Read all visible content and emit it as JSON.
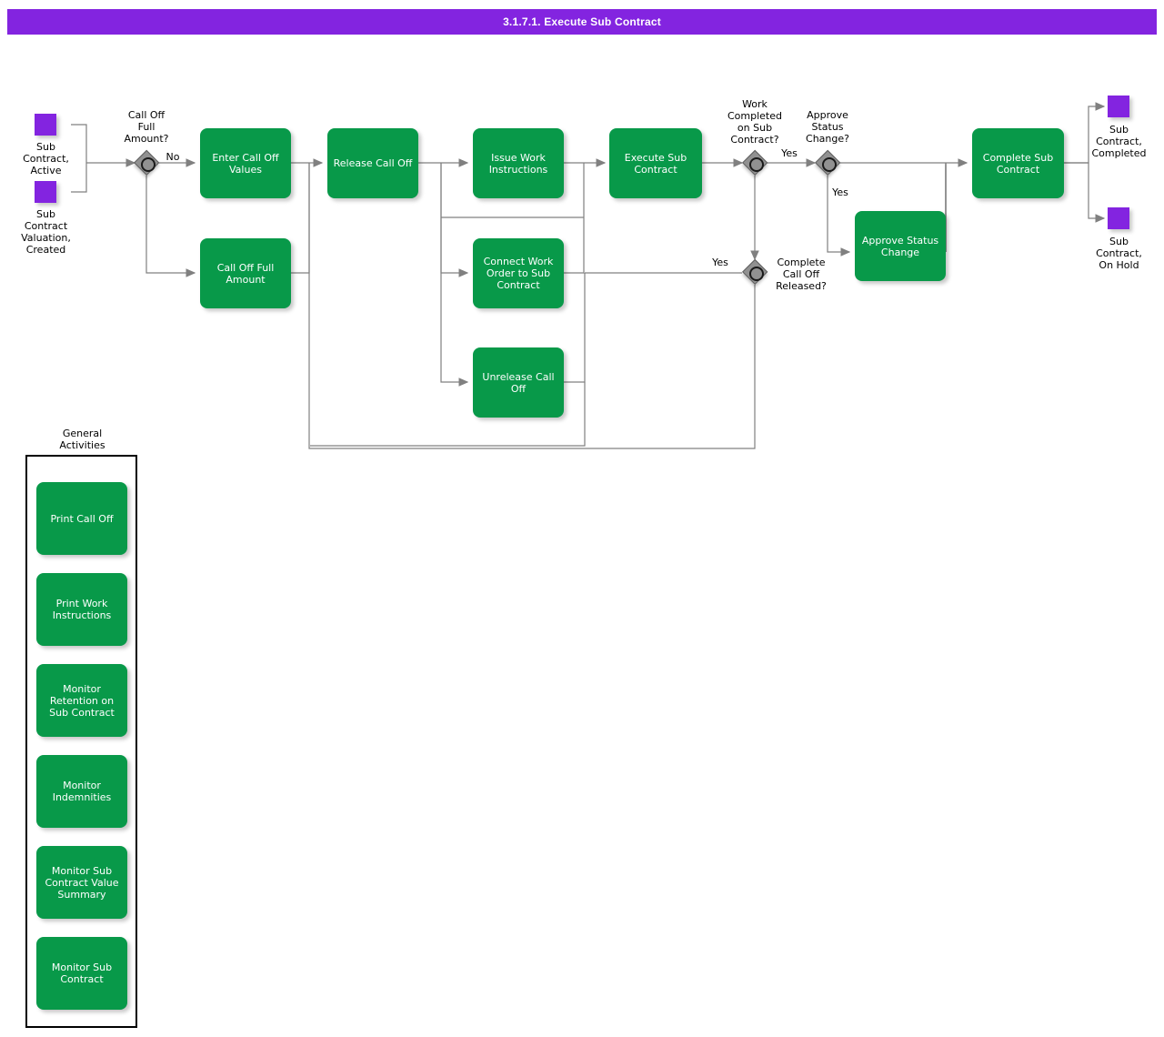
{
  "header": {
    "title": "3.1.7.1. Execute Sub Contract"
  },
  "colors": {
    "header_bg": "#8324E0",
    "task_green": "#089949",
    "event_purple": "#8324E0",
    "gateway_gray": "#919191",
    "connector": "#808080",
    "text_dark": "#000000",
    "text_light": "#FFFFFF"
  },
  "start_events": [
    {
      "label": "Sub\nContract,\nActive"
    },
    {
      "label": "Sub\nContract\nValuation,\nCreated"
    }
  ],
  "end_events": [
    {
      "label": "Sub\nContract,\nCompleted"
    },
    {
      "label": "Sub\nContract,\nOn Hold"
    }
  ],
  "gateways": [
    {
      "id": "gw-call-off-full-amount",
      "label": "Call Off\nFull\nAmount?"
    },
    {
      "id": "gw-work-completed",
      "label": "Work\nCompleted\non Sub\nContract?"
    },
    {
      "id": "gw-approve-status-change",
      "label": "Approve\nStatus\nChange?"
    },
    {
      "id": "gw-complete-call-off-released",
      "label": "Complete\nCall Off\nReleased?"
    }
  ],
  "flow_labels": [
    {
      "id": "label-no-enter-call-off",
      "text": "No"
    },
    {
      "id": "label-yes-approve-status",
      "text": "Yes"
    },
    {
      "id": "label-yes-approve-branch",
      "text": "Yes"
    },
    {
      "id": "label-yes-complete-call-off",
      "text": "Yes"
    }
  ],
  "tasks": [
    {
      "id": "task-enter-call-off-values",
      "label": "Enter Call Off\nValues"
    },
    {
      "id": "task-call-off-full-amount",
      "label": "Call Off Full\nAmount"
    },
    {
      "id": "task-release-call-off",
      "label": "Release Call Off"
    },
    {
      "id": "task-issue-work-instructions",
      "label": "Issue Work\nInstructions"
    },
    {
      "id": "task-connect-work-order",
      "label": "Connect Work\nOrder to Sub\nContract"
    },
    {
      "id": "task-unrelease-call-off",
      "label": "Unrelease Call\nOff"
    },
    {
      "id": "task-execute-sub-contract",
      "label": "Execute Sub\nContract"
    },
    {
      "id": "task-approve-status-change",
      "label": "Approve Status\nChange"
    },
    {
      "id": "task-complete-sub-contract",
      "label": "Complete Sub\nContract"
    }
  ],
  "general_activities": {
    "title": "General\nActivities",
    "items": [
      {
        "id": "ga-print-call-off",
        "label": "Print Call Off"
      },
      {
        "id": "ga-print-work-instructions",
        "label": "Print Work\nInstructions"
      },
      {
        "id": "ga-monitor-retention",
        "label": "Monitor\nRetention on\nSub Contract"
      },
      {
        "id": "ga-monitor-indemnities",
        "label": "Monitor\nIndemnities"
      },
      {
        "id": "ga-monitor-value-summary",
        "label": "Monitor Sub\nContract Value\nSummary"
      },
      {
        "id": "ga-monitor-sub-contract",
        "label": "Monitor Sub\nContract"
      }
    ]
  }
}
